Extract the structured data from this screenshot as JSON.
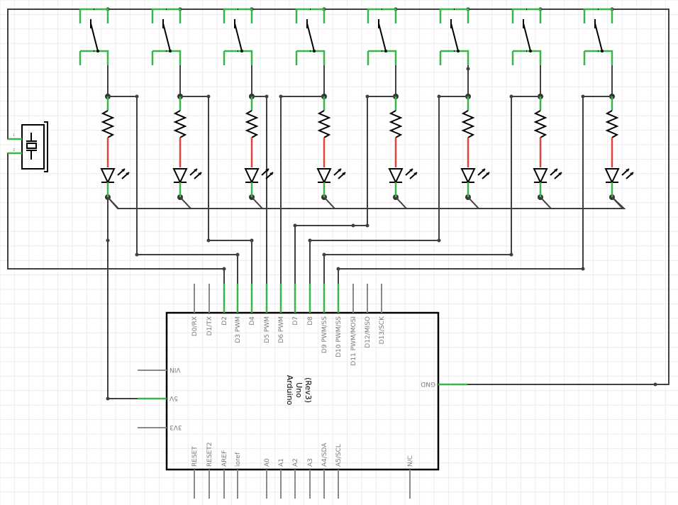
{
  "board": {
    "name_line1": "Arduino",
    "name_line2": "Uno",
    "name_line3": "(Rev3)",
    "top_pins": [
      "D0/RX",
      "D1/TX",
      "D2",
      "D3 PWM",
      "D4",
      "D5 PWM",
      "D6 PWM",
      "D7",
      "D8",
      "D9 PWM/SS",
      "D10 PWM/SS",
      "D11 PWM/MOSI",
      "D12/MISO",
      "D13/SCK"
    ],
    "left_pins": [
      "VIN",
      "5V",
      "3V3"
    ],
    "right_pins": [
      "GND"
    ],
    "bottom_pins": [
      "RESET",
      "RESET2",
      "AREF",
      "ioref",
      "A0",
      "A1",
      "A2",
      "A3",
      "A4/SDA",
      "A5/SCL",
      "N/C"
    ]
  },
  "buzzer": {
    "pin1": "1",
    "pin2": "2"
  },
  "components": {
    "button_count": 8,
    "resistor_count": 8,
    "led_count": 8
  },
  "colors": {
    "wire": "#404040",
    "connected_pin": "#39b54a",
    "led_anode_leg": "#e0443c",
    "unconnected_pin": "#8a8a8a",
    "component": "#000000"
  }
}
